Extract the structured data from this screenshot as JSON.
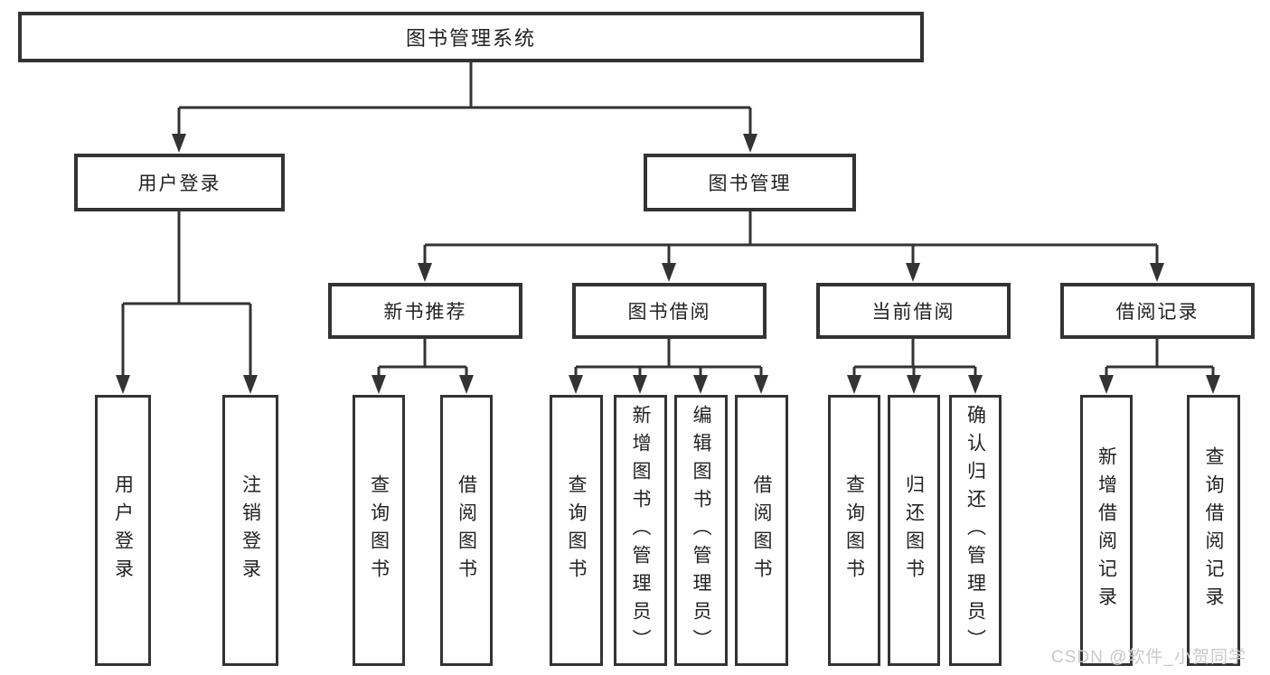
{
  "tree": {
    "label": "图书管理系统",
    "children": [
      {
        "label": "用户登录",
        "children": [
          {
            "label": "用户登录"
          },
          {
            "label": "注销登录"
          }
        ]
      },
      {
        "label": "图书管理",
        "children": [
          {
            "label": "新书推荐",
            "children": [
              {
                "label": "查询图书"
              },
              {
                "label": "借阅图书"
              }
            ]
          },
          {
            "label": "图书借阅",
            "children": [
              {
                "label": "查询图书"
              },
              {
                "label": "新增图书（管理员）"
              },
              {
                "label": "编辑图书（管理员）"
              },
              {
                "label": "借阅图书"
              }
            ]
          },
          {
            "label": "当前借阅",
            "children": [
              {
                "label": "查询图书"
              },
              {
                "label": "归还图书"
              },
              {
                "label": "确认归还（管理员）"
              }
            ]
          },
          {
            "label": "借阅记录",
            "children": [
              {
                "label": "新增借阅记录"
              },
              {
                "label": "查询借阅记录"
              }
            ]
          }
        ]
      }
    ]
  },
  "watermark": {
    "text": "CSDN @软件_小贺同学"
  },
  "colors": {
    "line": "#333333",
    "text": "#222222",
    "watermark": "#c9c9c9",
    "background": "#ffffff"
  }
}
